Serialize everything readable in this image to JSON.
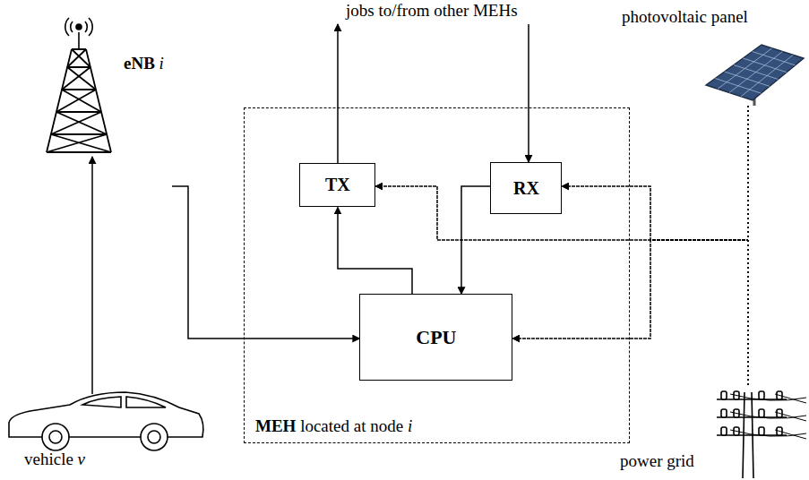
{
  "diagram": {
    "nodes": [
      {
        "text": [
          "MEH located at node i"
        ]
      },
      {
        "text": [
          "TX"
        ],
        "in": 0
      },
      {
        "text": [
          "RX"
        ],
        "in": 0
      },
      {
        "text": [
          "CPU"
        ],
        "in": 0
      },
      {
        "text": [
          "eNB i"
        ]
      },
      {
        "text": [
          "vehicle v"
        ]
      },
      {
        "text": [
          "photovoltaic panel"
        ]
      },
      {
        "text": [
          "power grid"
        ]
      }
    ],
    "edges": [
      {
        "from": 5,
        "to": 4,
        "arrow": "to"
      },
      {
        "from": 4,
        "to": 3,
        "arrow": "to"
      },
      {
        "from": 3,
        "to": 1,
        "arrow": "to"
      },
      {
        "from": 2,
        "to": 3,
        "arrow": "to"
      },
      {
        "from": 6,
        "to": 1,
        "arrow": "to"
      },
      {
        "from": 6,
        "to": 2,
        "arrow": "to"
      },
      {
        "from": 6,
        "to": 3,
        "arrow": "to"
      },
      {
        "from": 7,
        "to": 1,
        "arrow": "to"
      },
      {
        "from": 7,
        "to": 2,
        "arrow": "to"
      },
      {
        "from": 7,
        "to": 3,
        "arrow": "to"
      }
    ],
    "labels": [
      "jobs to/from other MEHs"
    ]
  }
}
